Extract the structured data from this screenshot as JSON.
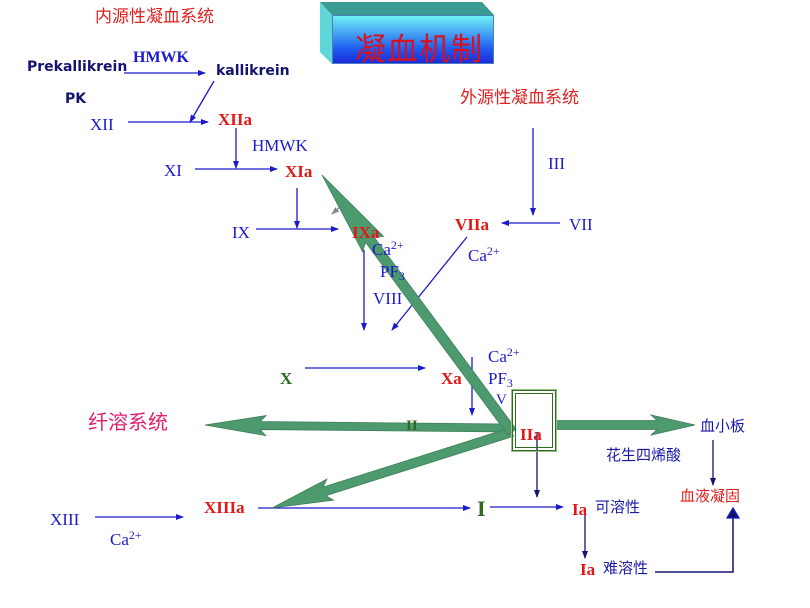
{
  "title": "凝血机制",
  "intrinsic_system": "内源性凝血系统",
  "extrinsic_system": "外源性凝血系统",
  "fibrinolysis": "纤溶系统",
  "colors": {
    "arrow_blue": "#1a1acc",
    "factor_red": "#e01818",
    "big_arrow_green": "#4c9a6e",
    "factor_green": "#2e6b1e"
  },
  "labels": {
    "prekallikrein": "Prekallikrein",
    "hmwk_1": "HMWK",
    "kallikrein": "kallikrein",
    "pk": "PK",
    "xii": "XII",
    "xiia": "XIIa",
    "hmwk_2": "HMWK",
    "xi": "XI",
    "xia": "XIa",
    "ix": "IX",
    "ixa": "IXa",
    "ca_1": "Ca",
    "pf3_1": "PF",
    "viii": "VIII",
    "iii": "III",
    "vii": "VII",
    "viia": "VIIa",
    "ca_2": "Ca",
    "x": "X",
    "xa": "Xa",
    "ca_3": "Ca",
    "pf3_2": "PF",
    "v": "V",
    "ii": "II",
    "iia": "IIa",
    "platelet": "血小板",
    "arachidonic_acid": "花生四烯酸",
    "blood_coagulation": "血液凝固",
    "xiii": "XIII",
    "ca_4": "Ca",
    "xiiia": "XIIIa",
    "i": "I",
    "ia_1": "Ia",
    "soluble": "可溶性",
    "ia_2": "Ia",
    "insoluble": "难溶性",
    "charge": "2+",
    "sub3": "3"
  }
}
